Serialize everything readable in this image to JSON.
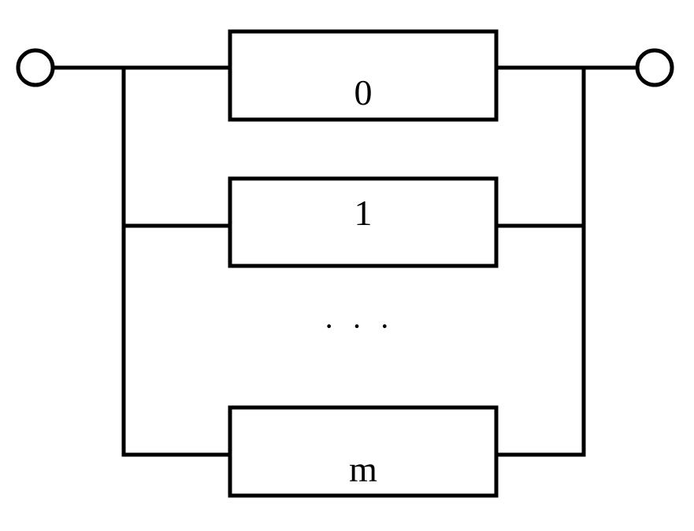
{
  "diagram": {
    "blocks": [
      {
        "label": "0"
      },
      {
        "label": "1"
      },
      {
        "label": "m"
      }
    ],
    "ellipsis": "· · ·",
    "colors": {
      "stroke": "#000000",
      "background": "#ffffff"
    }
  }
}
